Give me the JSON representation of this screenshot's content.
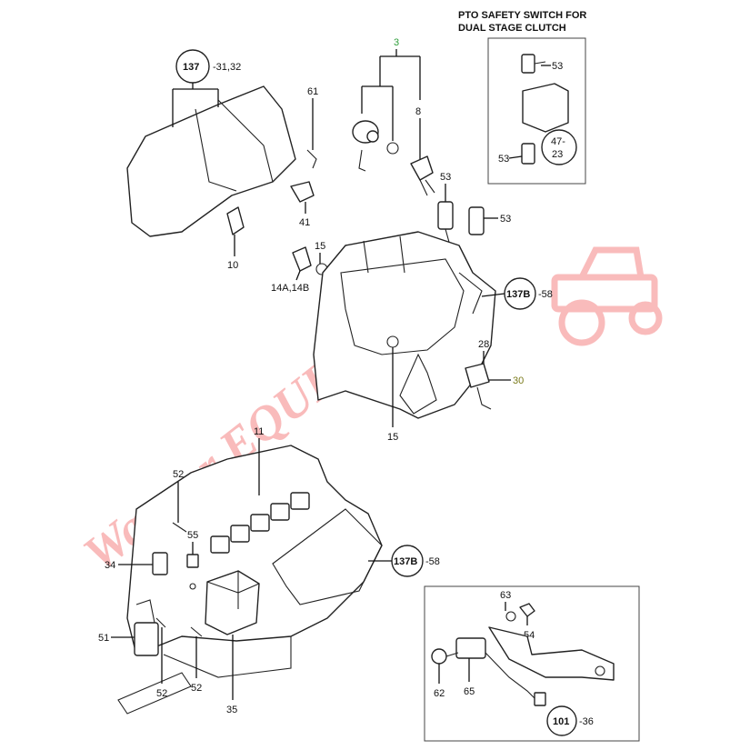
{
  "inset_top": {
    "title_line1": "PTO SAFETY SWITCH FOR",
    "title_line2": "DUAL STAGE CLUTCH",
    "labels": {
      "a": "53",
      "b": "53"
    },
    "ref": {
      "top": "47-",
      "bottom": "23"
    }
  },
  "refs": {
    "r137": {
      "num": "137",
      "suffix": "-31,32"
    },
    "r137b_a": {
      "num": "137B",
      "suffix": "-58"
    },
    "r137b_b": {
      "num": "137B",
      "suffix": "-58"
    },
    "r101": {
      "num": "101",
      "suffix": "-36"
    }
  },
  "callouts": {
    "c3": "3",
    "c61": "61",
    "c8": "8",
    "c41": "41",
    "c10": "10",
    "c53a": "53",
    "c53b": "53",
    "c15a": "15",
    "c14": "14A,14B",
    "c28": "28",
    "c30": "30",
    "c15b": "15",
    "c11": "11",
    "c52a": "52",
    "c55": "55",
    "c34": "34",
    "c51": "51",
    "c52b": "52",
    "c52c": "52",
    "c35": "35",
    "c63": "63",
    "c54": "54",
    "c62": "62",
    "c65": "65"
  },
  "colors": {
    "callout_green": "#2e9e3a",
    "watermark": "#f26b6b"
  },
  "watermark": {
    "text": "Wanner EQUIPMENT"
  }
}
